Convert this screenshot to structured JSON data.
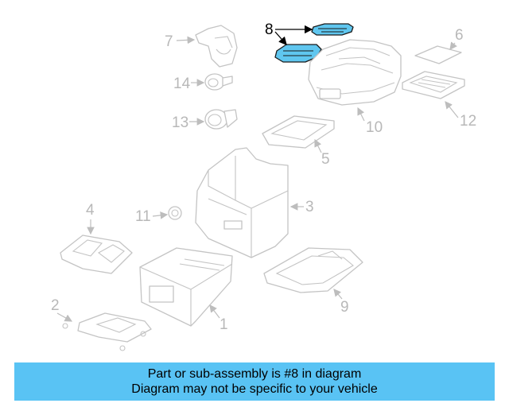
{
  "diagram": {
    "callouts": {
      "c1": "1",
      "c2": "2",
      "c3": "3",
      "c4": "4",
      "c5": "5",
      "c6": "6",
      "c7": "7",
      "c8": "8",
      "c9": "9",
      "c10": "10",
      "c11": "11",
      "c12": "12",
      "c13": "13",
      "c14": "14"
    },
    "highlighted_part": "8",
    "colors": {
      "highlight_fill": "#5fc6ef",
      "banner": "#59c3f4",
      "part_stroke": "#c4c4c4"
    }
  },
  "banner": {
    "line1": "Part or sub-assembly is #8 in diagram",
    "line2": "Diagram may not be specific to your vehicle"
  }
}
